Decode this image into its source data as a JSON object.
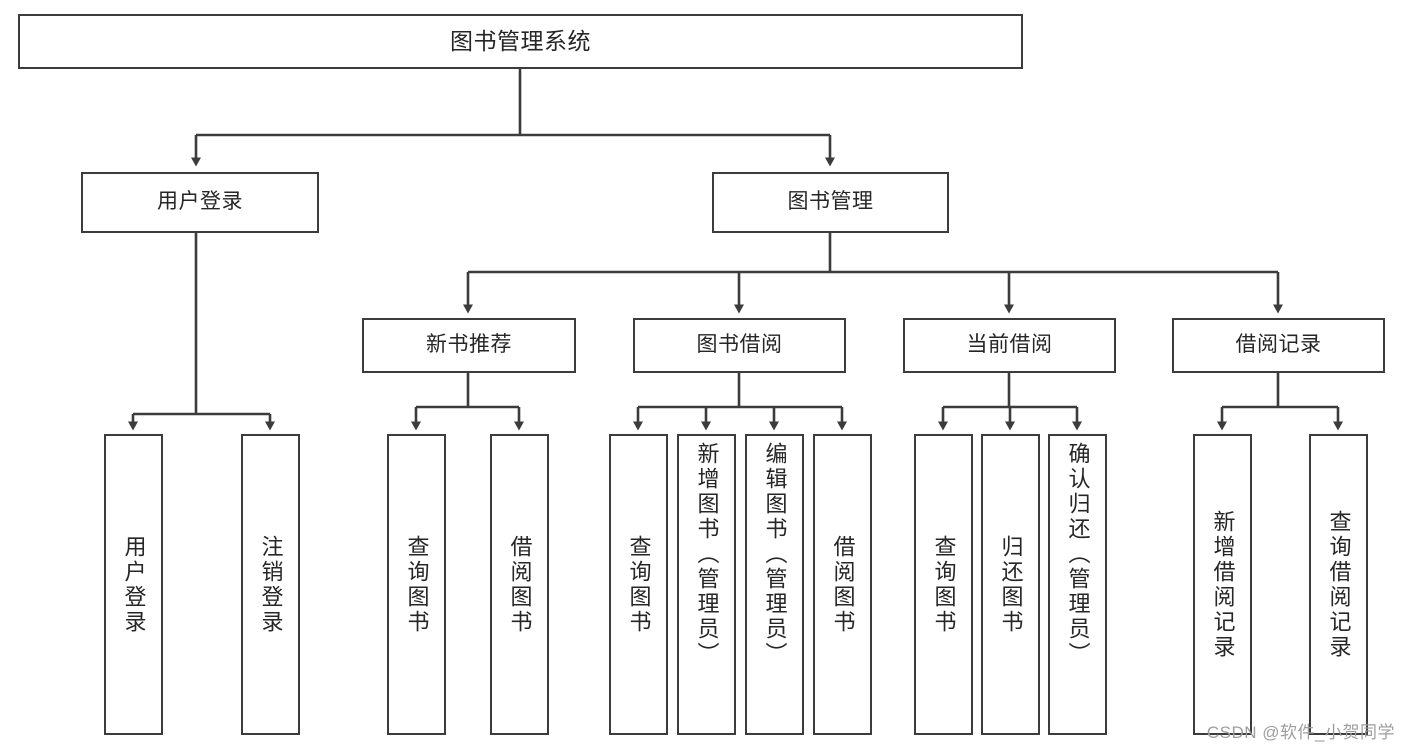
{
  "diagram": {
    "title": "图书管理系统",
    "type": "tree",
    "orientation": "top-down",
    "colors": {
      "box_border": "#3c3c3c",
      "box_fill": "#ffffff",
      "connector": "#3c3c3c",
      "text": "#262626",
      "watermark": "#9e9e9e",
      "background": "#ffffff"
    },
    "watermark": "CSDN @软件_小贺同学",
    "nodes": {
      "root": {
        "label": "图书管理系统"
      },
      "level1": [
        {
          "id": "user-login",
          "label": "用户登录"
        },
        {
          "id": "book-manage",
          "label": "图书管理"
        }
      ],
      "level2": [
        {
          "id": "new-book-rec",
          "label": "新书推荐"
        },
        {
          "id": "book-borrow",
          "label": "图书借阅"
        },
        {
          "id": "current-borrow",
          "label": "当前借阅"
        },
        {
          "id": "borrow-record",
          "label": "借阅记录"
        }
      ],
      "leaves": {
        "user-login": [
          {
            "id": "leaf-user-login",
            "label": "用户登录"
          },
          {
            "id": "leaf-logout",
            "label": "注销登录"
          }
        ],
        "new-book-rec": [
          {
            "id": "leaf-query-book-1",
            "label": "查询图书"
          },
          {
            "id": "leaf-borrow-book-1",
            "label": "借阅图书"
          }
        ],
        "book-borrow": [
          {
            "id": "leaf-query-book-2",
            "label": "查询图书"
          },
          {
            "id": "leaf-add-book",
            "label": "新增图书（管理员）"
          },
          {
            "id": "leaf-edit-book",
            "label": "编辑图书（管理员）"
          },
          {
            "id": "leaf-borrow-book-2",
            "label": "借阅图书"
          }
        ],
        "current-borrow": [
          {
            "id": "leaf-query-book-3",
            "label": "查询图书"
          },
          {
            "id": "leaf-return-book",
            "label": "归还图书"
          },
          {
            "id": "leaf-confirm-return",
            "label": "确认归还（管理员）"
          }
        ],
        "borrow-record": [
          {
            "id": "leaf-add-record",
            "label": "新增借阅记录"
          },
          {
            "id": "leaf-query-record",
            "label": "查询借阅记录"
          }
        ]
      }
    },
    "edges": [
      {
        "from": "root",
        "to": "user-login"
      },
      {
        "from": "root",
        "to": "book-manage"
      },
      {
        "from": "book-manage",
        "to": "new-book-rec"
      },
      {
        "from": "book-manage",
        "to": "book-borrow"
      },
      {
        "from": "book-manage",
        "to": "current-borrow"
      },
      {
        "from": "book-manage",
        "to": "borrow-record"
      },
      {
        "from": "user-login",
        "to": "leaf-user-login"
      },
      {
        "from": "user-login",
        "to": "leaf-logout"
      },
      {
        "from": "new-book-rec",
        "to": "leaf-query-book-1"
      },
      {
        "from": "new-book-rec",
        "to": "leaf-borrow-book-1"
      },
      {
        "from": "book-borrow",
        "to": "leaf-query-book-2"
      },
      {
        "from": "book-borrow",
        "to": "leaf-add-book"
      },
      {
        "from": "book-borrow",
        "to": "leaf-edit-book"
      },
      {
        "from": "book-borrow",
        "to": "leaf-borrow-book-2"
      },
      {
        "from": "current-borrow",
        "to": "leaf-query-book-3"
      },
      {
        "from": "current-borrow",
        "to": "leaf-return-book"
      },
      {
        "from": "current-borrow",
        "to": "leaf-confirm-return"
      },
      {
        "from": "borrow-record",
        "to": "leaf-add-record"
      },
      {
        "from": "borrow-record",
        "to": "leaf-query-record"
      }
    ]
  }
}
